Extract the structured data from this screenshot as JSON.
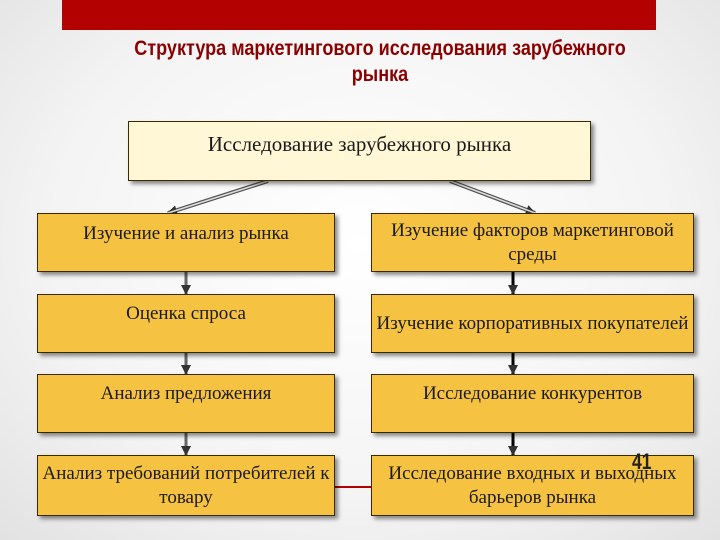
{
  "header": {
    "title_line1": "Структура маркетингового исследования зарубежного",
    "title_line2": "рынка"
  },
  "diagram": {
    "root": "Исследование зарубежного рынка",
    "left": [
      "Изучение и анализ рынка",
      "Оценка спроса",
      "Анализ предложения",
      "Анализ требований потребителей к товару"
    ],
    "right": [
      "Изучение факторов маркетинговой среды",
      "Изучение корпоративных покупателей",
      "Исследование конкурентов",
      "Исследование входных и выходных барьеров рынка"
    ]
  },
  "slide_number": "41",
  "colors": {
    "top_bar": "#b30000",
    "title": "#8b0000",
    "box_fill": "#f5c242",
    "root_fill": "#fff7d6",
    "connector_red": "#b30000"
  }
}
